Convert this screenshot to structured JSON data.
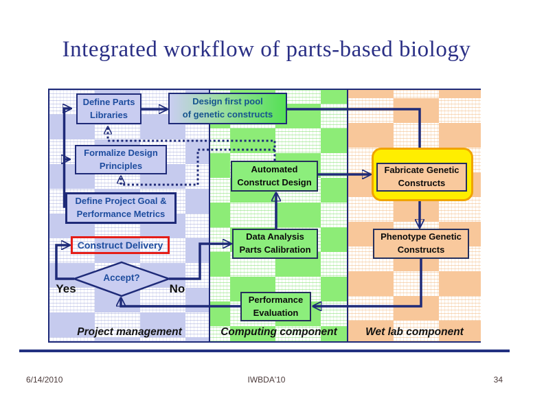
{
  "title": "Integrated workflow of parts-based biology",
  "diagram": {
    "columns": [
      {
        "label": "Project management",
        "color": "#c6cbee"
      },
      {
        "label": "Computing component",
        "color": "#8dec77"
      },
      {
        "label": "Wet lab component",
        "color": "#f8c79a"
      }
    ],
    "boxes": {
      "define_parts": "Define Parts\nLibraries",
      "design_pool": "Design first pool\nof genetic constructs",
      "formalize": "Formalize Design\nPrinciples",
      "goal": "Define Project Goal &\nPerformance Metrics",
      "construct_delivery": "Construct Delivery",
      "automated": "Automated\nConstruct Design",
      "data_analysis": "Data Analysis\nParts Calibration",
      "perf_eval": "Performance\nEvaluation",
      "fabricate": "Fabricate Genetic\nConstructs",
      "phenotype": "Phenotype Genetic\nConstructs"
    },
    "decision": {
      "label": "Accept?",
      "yes_label": "Yes",
      "no_label": "No"
    }
  },
  "footer": {
    "date": "6/14/2010",
    "conference": "IWBDA'10",
    "page_number": "34"
  },
  "colors": {
    "title_navy": "#2a2f85",
    "connector_navy": "#1e2a78",
    "box_text_blue": "#1d4c9e",
    "pool_text_teal": "#16548e",
    "highlight_yellow": "#ffee00",
    "highlight_border_orange": "#f0a400",
    "delivery_border_red": "#e51d17"
  }
}
